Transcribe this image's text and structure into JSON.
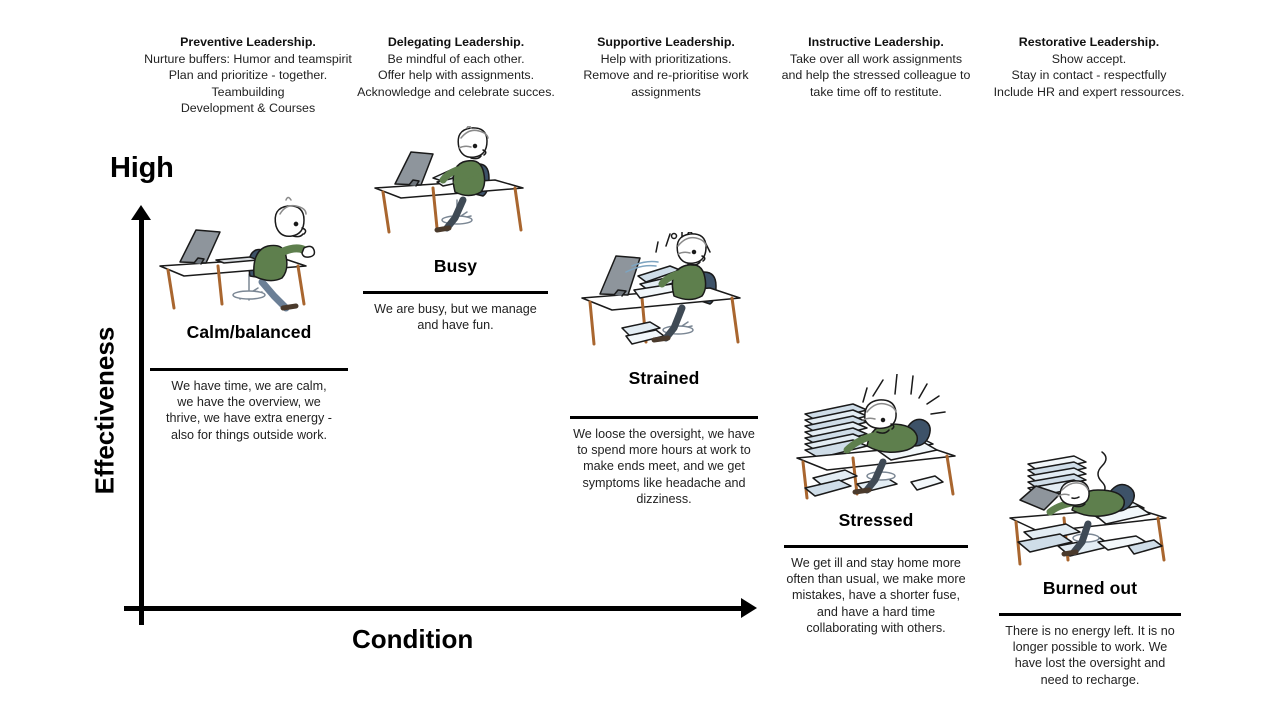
{
  "diagram": {
    "axis": {
      "y_label": "Effectiveness",
      "y_top_label": "High",
      "x_label": "Condition"
    }
  },
  "leadership_headers": [
    {
      "title": "Preventive Leadership.",
      "lines": [
        "Nurture buffers: Humor and teamspirit",
        "Plan and prioritize - together.",
        "Teambuilding",
        "Development & Courses"
      ]
    },
    {
      "title": "Delegating Leadership.",
      "lines": [
        "Be mindful of each other.",
        "Offer help with assignments.",
        "Acknowledge and celebrate succes."
      ]
    },
    {
      "title": "Supportive  Leadership.",
      "lines": [
        "Help with prioritizations.",
        "Remove and re-prioritise work",
        "assignments"
      ]
    },
    {
      "title": "Instructive Leadership.",
      "lines": [
        "Take over all work assignments",
        "and help the stressed colleague to",
        "take time off to restitute."
      ]
    },
    {
      "title": "Restorative Leadership.",
      "lines": [
        "Show accept.",
        "Stay in contact - respectfully",
        "Include HR and expert ressources."
      ]
    }
  ],
  "stages": [
    {
      "name": "Calm/balanced",
      "icon": "calm-worker-illustration",
      "description": "We have time, we are calm, we have the overview, we thrive, we have extra energy - also for things outside work."
    },
    {
      "name": "Busy",
      "icon": "busy-worker-illustration",
      "description": "We are busy, but we manage and have fun."
    },
    {
      "name": "Strained",
      "icon": "strained-worker-illustration",
      "description": "We loose the oversight, we have to spend more hours at work to make ends meet, and we get symptoms like headache and dizziness."
    },
    {
      "name": "Stressed",
      "icon": "stressed-worker-illustration",
      "description": "We get ill and stay home more often than usual, we make more mistakes, have a shorter fuse, and have a hard time collaborating with others."
    },
    {
      "name": "Burned out",
      "icon": "burned-out-worker-illustration",
      "description": "There is no energy left. It is no longer possible to work. We have lost the oversight and need to recharge."
    }
  ],
  "chart_data": {
    "type": "line",
    "title": "",
    "xlabel": "Condition",
    "ylabel": "Effectiveness",
    "categories": [
      "Calm/balanced",
      "Busy",
      "Strained",
      "Stressed",
      "Burned out"
    ],
    "values": [
      5,
      4,
      3,
      2,
      1
    ],
    "ylim": [
      0,
      5
    ],
    "grid": false,
    "legend": "none",
    "annotations": [
      "High"
    ]
  },
  "colors": {
    "sweater_green": "#5e7f4d",
    "trousers_blue": "#6b7f96",
    "desk_wood": "#a9662f",
    "monitor_grey": "#8e959c",
    "chair_navy": "#3d5268",
    "paper_blue": "#cfdde8",
    "ink": "#1a1a1a"
  }
}
